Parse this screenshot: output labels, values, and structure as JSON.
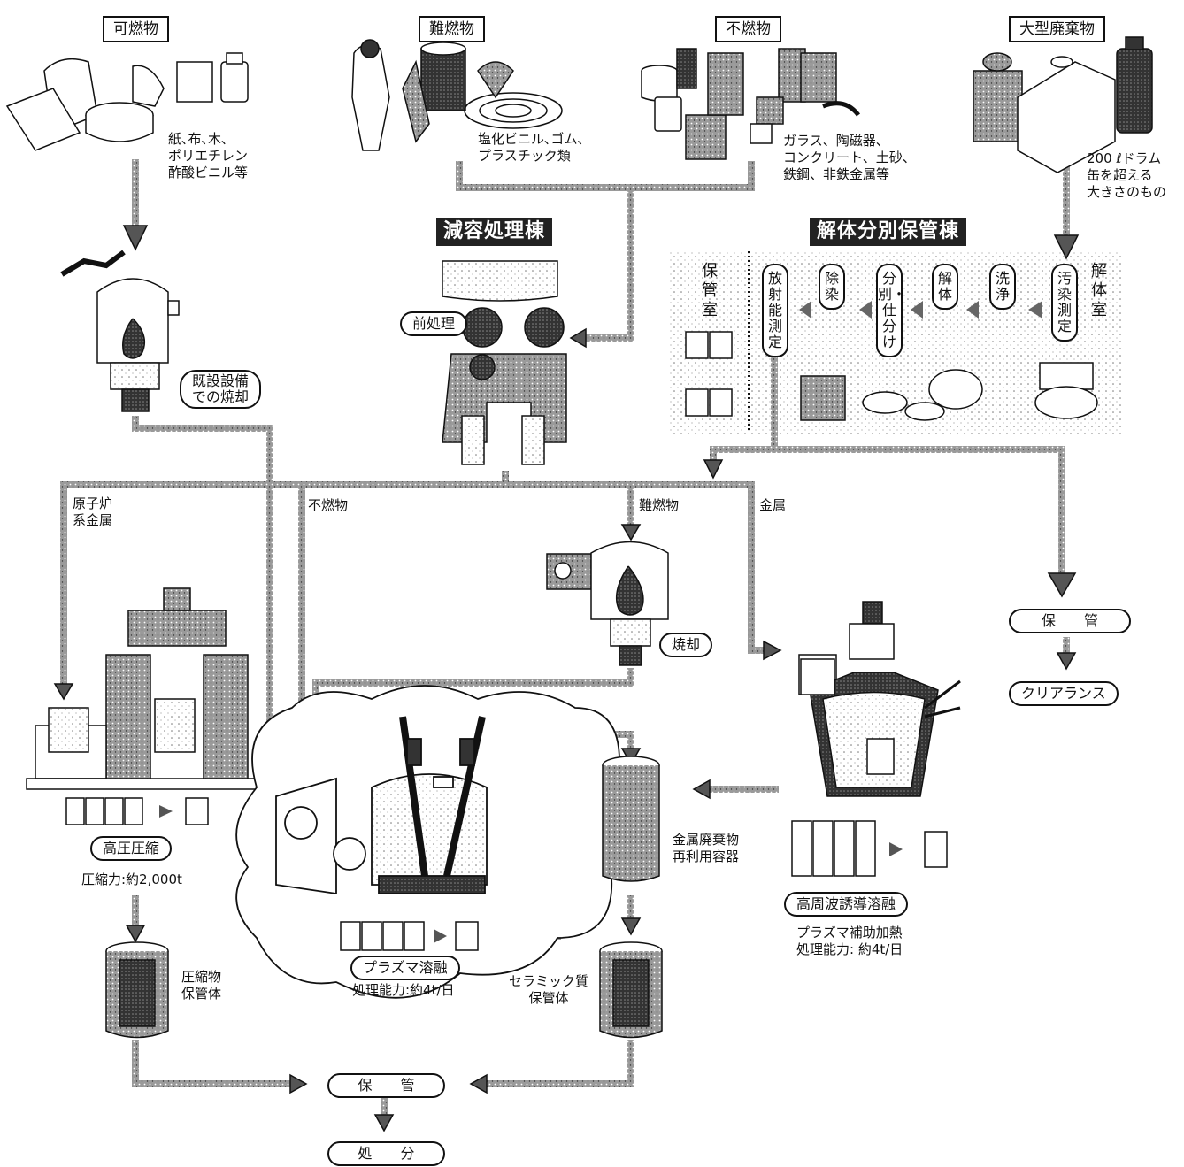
{
  "categories": {
    "combustible": {
      "title": "可燃物",
      "desc": "紙､布､木､\nポリエチレン\n酢酸ビニル等"
    },
    "flame_retardant": {
      "title": "難燃物",
      "desc": "塩化ビニル､ゴム､\nプラスチック類"
    },
    "noncombustible": {
      "title": "不燃物",
      "desc": "ガラス、陶磁器、\nコンクリート、土砂、\n鉄鋼、非鉄金属等"
    },
    "large_waste": {
      "title": "大型廃棄物",
      "desc": "200 ℓドラム\n缶を超える\n大きさのもの"
    }
  },
  "buildings": {
    "volume_reduction": {
      "title": "減容処理棟",
      "pretreatment": "前処理"
    },
    "dismantling": {
      "title": "解体分別保管棟",
      "steps": [
        "解体室",
        "汚染測定",
        "洗浄",
        "解体",
        "分別・仕分け",
        "除染",
        "放射能測定",
        "保管室"
      ]
    }
  },
  "processes": {
    "existing_incineration": "既設設備\nでの焼却",
    "incineration": "焼却",
    "high_pressure_compression": {
      "label": "高圧圧縮",
      "spec": "圧縮力:約2,000t"
    },
    "plasma_melting": {
      "label": "プラズマ溶融",
      "spec": "処理能力:約4t/日"
    },
    "induction_melting": {
      "label": "高周波誘導溶融",
      "spec": "プラズマ補助加熱\n処理能力: 約4t/日"
    }
  },
  "flow_labels": {
    "reactor_metal": "原子炉\n系金属",
    "noncombustible": "不燃物",
    "flame_retardant": "難燃物",
    "metal": "金属"
  },
  "containers": {
    "compressed": "圧縮物\n保管体",
    "ceramic": "セラミック質\n保管体",
    "metal_reuse": "金属廃棄物\n再利用容器"
  },
  "endpoints": {
    "storage_right": "保　　管",
    "clearance": "クリアランス",
    "storage_bottom": "保　　管",
    "disposal": "処　　分"
  }
}
